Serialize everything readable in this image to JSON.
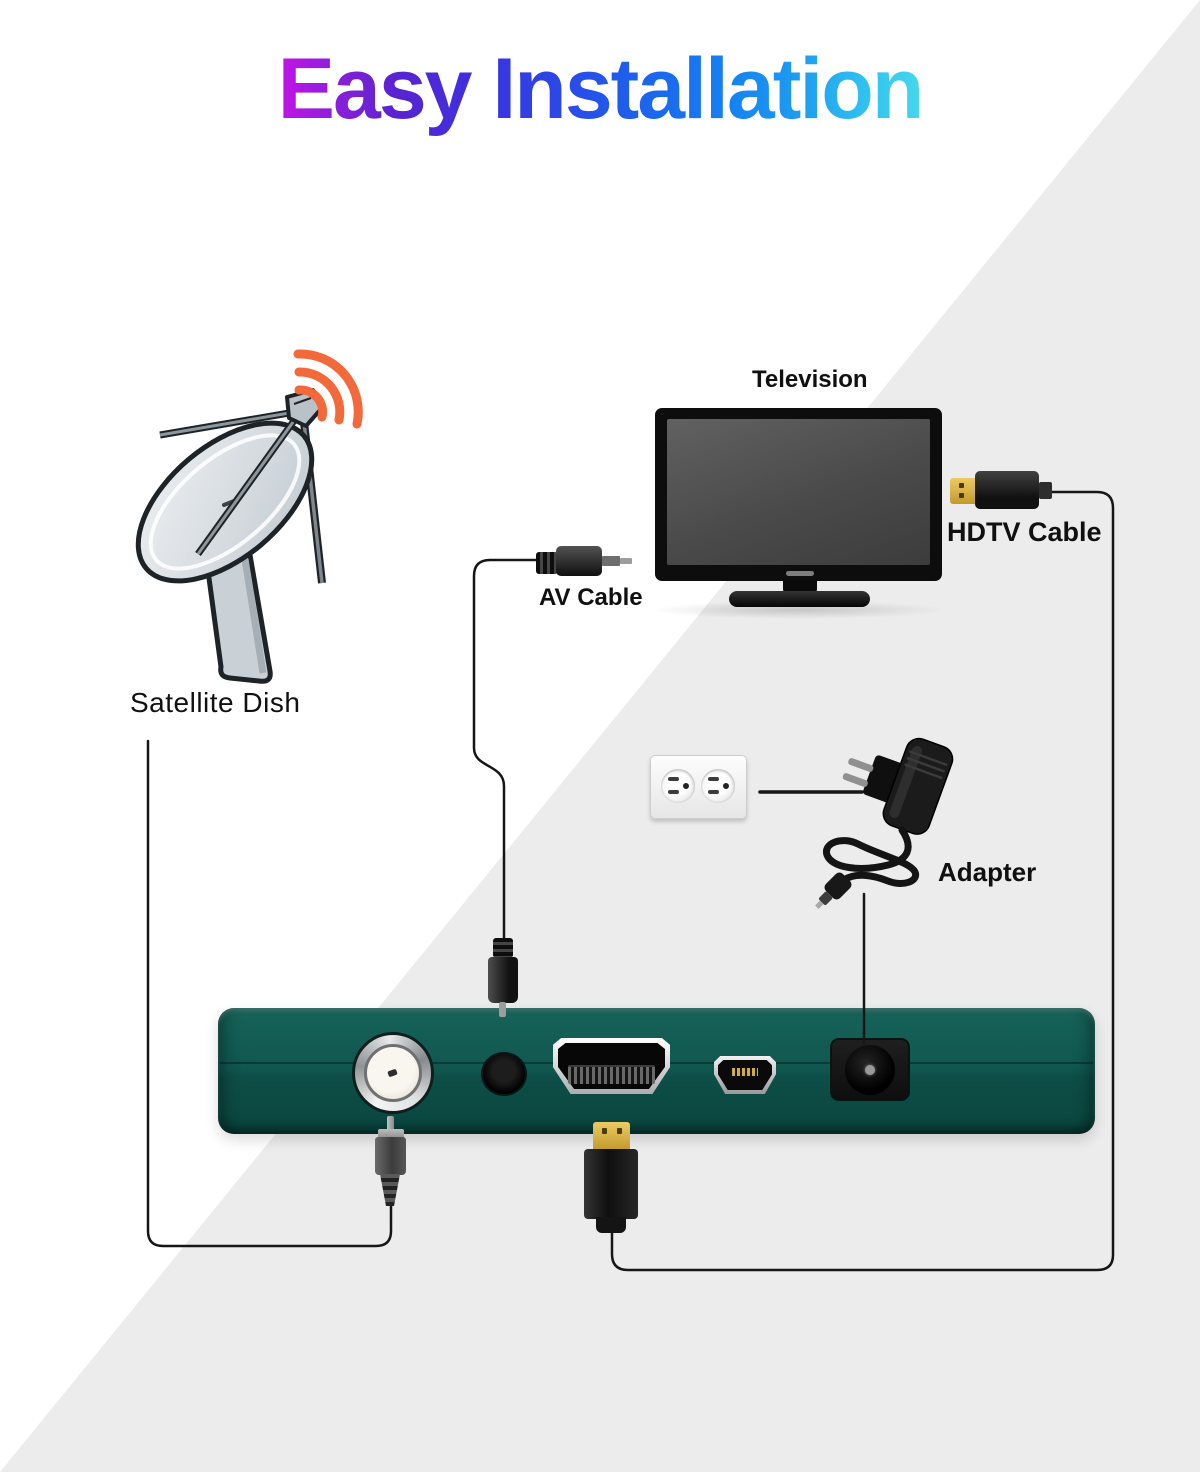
{
  "title": {
    "text": "Easy Installation"
  },
  "labels": {
    "satellite_dish": "Satellite Dish",
    "television": "Television",
    "hdtv_cable": "HDTV Cable",
    "av_cable": "AV Cable",
    "adapter": "Adapter"
  },
  "colors": {
    "title_gradient_start": "#c414e8",
    "title_gradient_middle": "#2a4ae8",
    "title_gradient_end": "#45d8ec",
    "background_gray_triangle": "#ececec",
    "receiver_box_teal": "#105750",
    "signal_waves_orange": "#f2693b",
    "cable_line_black": "#161616",
    "hdmi_gold": "#d9b045",
    "label_text": "#101010"
  },
  "icons": {
    "satellite_dish": "satellite-dish-illustration",
    "signal_waves": "signal-waves-icon",
    "television": "tv-illustration",
    "hdtv_connector": "hdmi-plug-icon",
    "av_plug": "av-jack-plug-icon",
    "wall_outlet": "wall-outlet-icon",
    "power_adapter": "power-adapter-icon",
    "receiver_ports": [
      "coax-lnb-port",
      "av-port",
      "hdmi-port",
      "mini-usb-port",
      "dc-power-port"
    ]
  }
}
